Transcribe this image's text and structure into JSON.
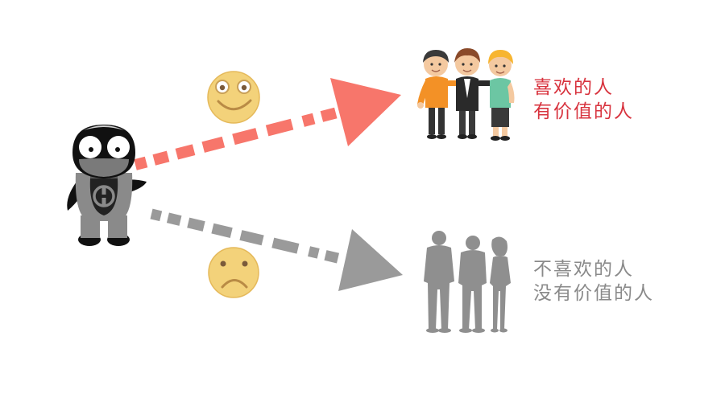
{
  "colors": {
    "background": "#ffffff",
    "liked_text": "#d8343f",
    "disliked_text": "#8a8a8a",
    "arrow_liked": "#f7766b",
    "arrow_disliked": "#9a9a9a",
    "face_fill": "#f3d27a",
    "face_stroke": "#e5b95a",
    "silhouette": "#8f8f8f"
  },
  "icons": {
    "character": "masked-mascot-icon",
    "happy_face": "smiley-face-icon",
    "sad_face": "frowny-face-icon",
    "friends": "three-friends-icon",
    "strangers": "people-silhouette-icon"
  },
  "captions": {
    "liked": [
      "喜欢的人",
      "有价值的人"
    ],
    "disliked": [
      "不喜欢的人",
      "没有价值的人"
    ]
  }
}
